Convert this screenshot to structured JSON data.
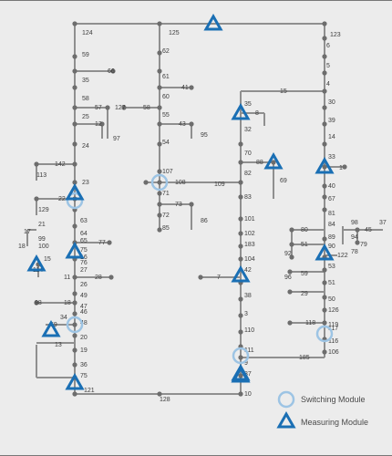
{
  "colors": {
    "background": "#ececec",
    "line": "#8f8f8f",
    "node": "#6d6d6d",
    "switching_module": "#9dc4e4",
    "measuring_module": "#1a6fb4"
  },
  "icons": {
    "switching_module": "circle-ring-icon",
    "measuring_module": "triangle-outline-icon"
  },
  "legend": {
    "switching_module": "Switching Module",
    "measuring_module": "Measuring Module"
  },
  "labels": [
    "124",
    "125",
    "123",
    "59",
    "6",
    "62",
    "5",
    "66",
    "61",
    "4",
    "35",
    "41",
    "15",
    "58",
    "60",
    "30",
    "57",
    "127",
    "58",
    "55",
    "35",
    "8",
    "25",
    "39",
    "12",
    "43",
    "32",
    "95",
    "14",
    "97",
    "24",
    "54",
    "70",
    "33",
    "88",
    "1",
    "142",
    "82",
    "69",
    "113",
    "107",
    "40",
    "23",
    "108",
    "109",
    "22",
    "71",
    "83",
    "67",
    "129",
    "73",
    "81",
    "98",
    "37",
    "72",
    "86",
    "101",
    "84",
    "45",
    "21",
    "94",
    "17",
    "85",
    "102",
    "80",
    "89",
    "79",
    "99",
    "18",
    "183",
    "51",
    "90",
    "78",
    "100",
    "15",
    "104",
    "92",
    "122",
    "75",
    "77",
    "42",
    "53",
    "114",
    "27",
    "11",
    "28",
    "59",
    "7",
    "76",
    "96",
    "59",
    "51",
    "26",
    "29",
    "38",
    "50",
    "49",
    "98",
    "18",
    "47",
    "34",
    "48",
    "3",
    "126",
    "119",
    "20",
    "110",
    "118",
    "117",
    "13",
    "116",
    "19",
    "111",
    "185",
    "106",
    "36",
    "9",
    "75",
    "87",
    "121",
    "128",
    "10",
    "63",
    "64",
    "65",
    "16",
    "46"
  ]
}
